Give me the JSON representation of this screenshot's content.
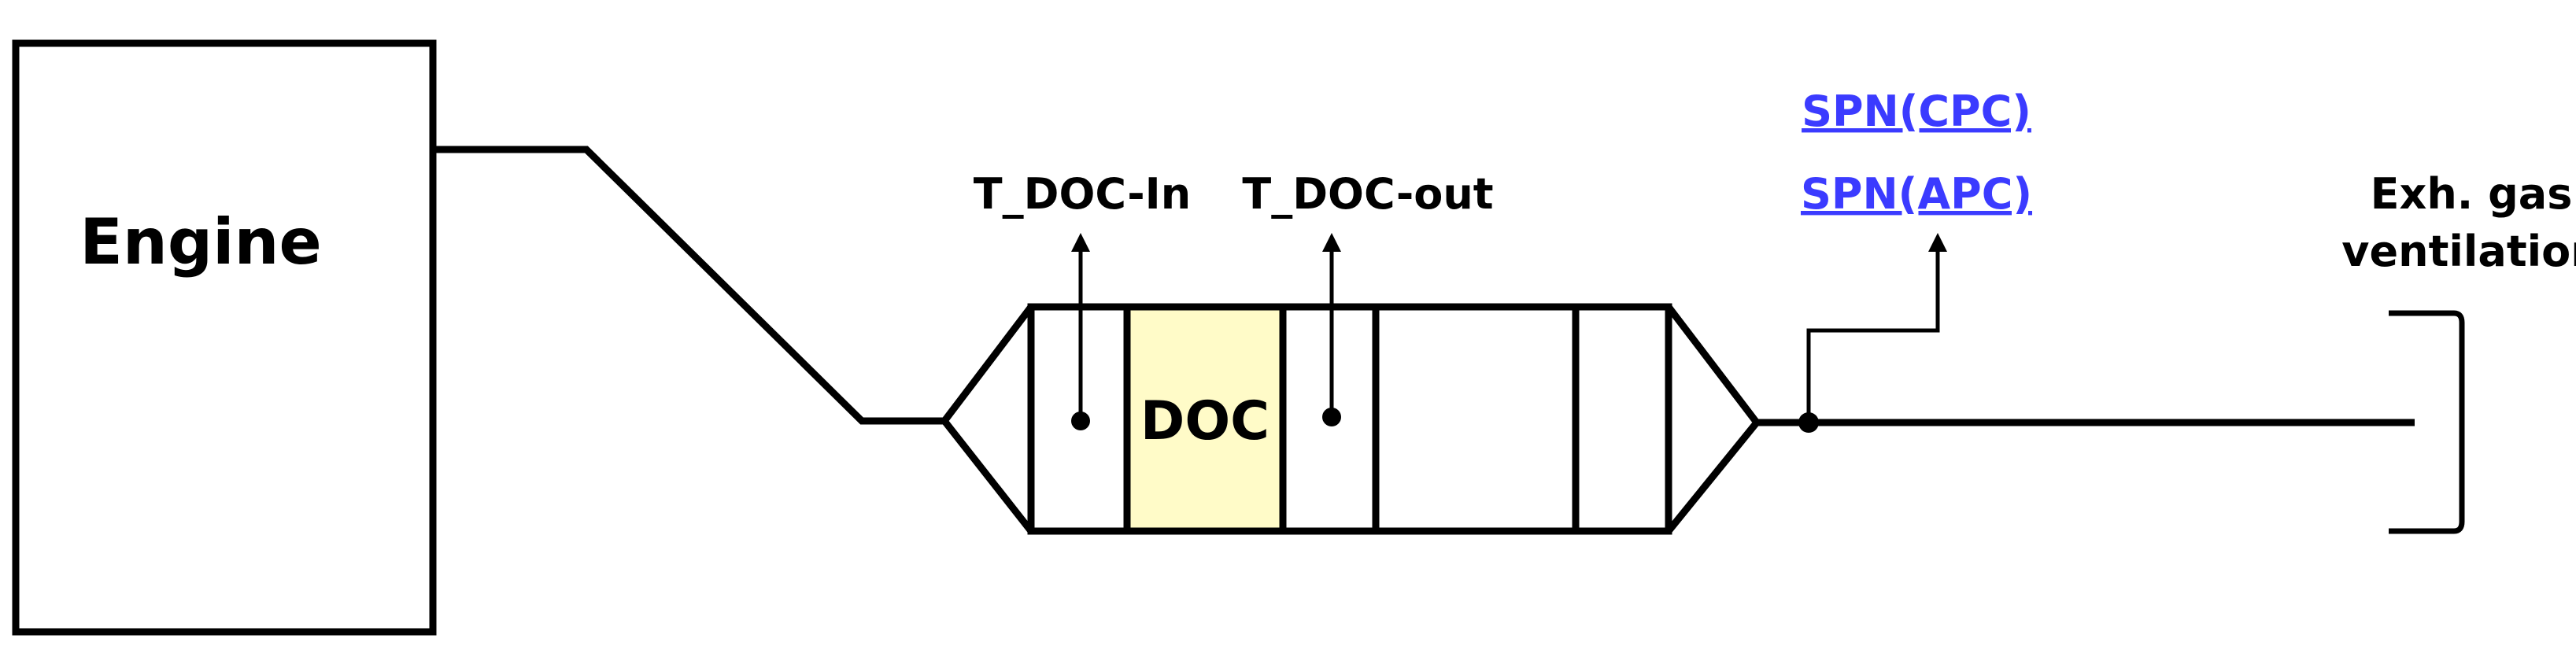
{
  "diagram": {
    "engine_label": "Engine",
    "doc_label": "DOC",
    "sensor_in_label": "T_DOC-In",
    "sensor_out_label": "T_DOC-out",
    "spn_cpc_label": "SPN(CPC)",
    "spn_apc_label": "SPN(APC)",
    "exhaust_line1": "Exh. gas",
    "exhaust_line2": "ventilation",
    "colors": {
      "doc_fill": "#fffbc8",
      "link_text": "#3b3bff",
      "line": "#000000"
    }
  }
}
